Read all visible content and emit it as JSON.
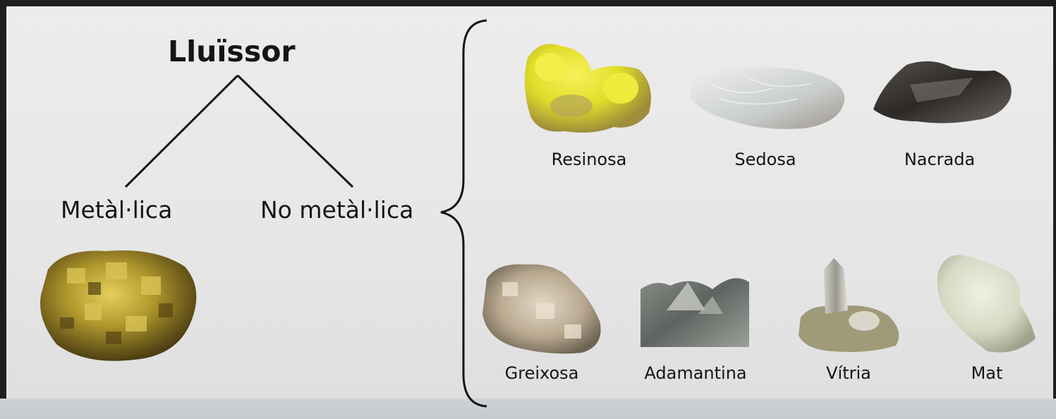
{
  "title": "Lluïssor",
  "branches": {
    "metallic": "Metàl·lica",
    "non_metallic": "No metàl·lica"
  },
  "non_metallic_types": [
    {
      "label": "Resinosa",
      "color": "#e0dd2a"
    },
    {
      "label": "Sedosa",
      "color": "#d3d6d5"
    },
    {
      "label": "Nacrada",
      "color": "#3a3632"
    },
    {
      "label": "Greixosa",
      "color": "#b8a890"
    },
    {
      "label": "Adamantina",
      "color": "#6f7470"
    },
    {
      "label": "Vítria",
      "color": "#a09a78"
    },
    {
      "label": "Mat",
      "color": "#d6dac4"
    }
  ],
  "metallic_example_color": "#b49a2e",
  "colors": {
    "background": "#e8e8e8",
    "text": "#151515",
    "lines": "#151515"
  }
}
